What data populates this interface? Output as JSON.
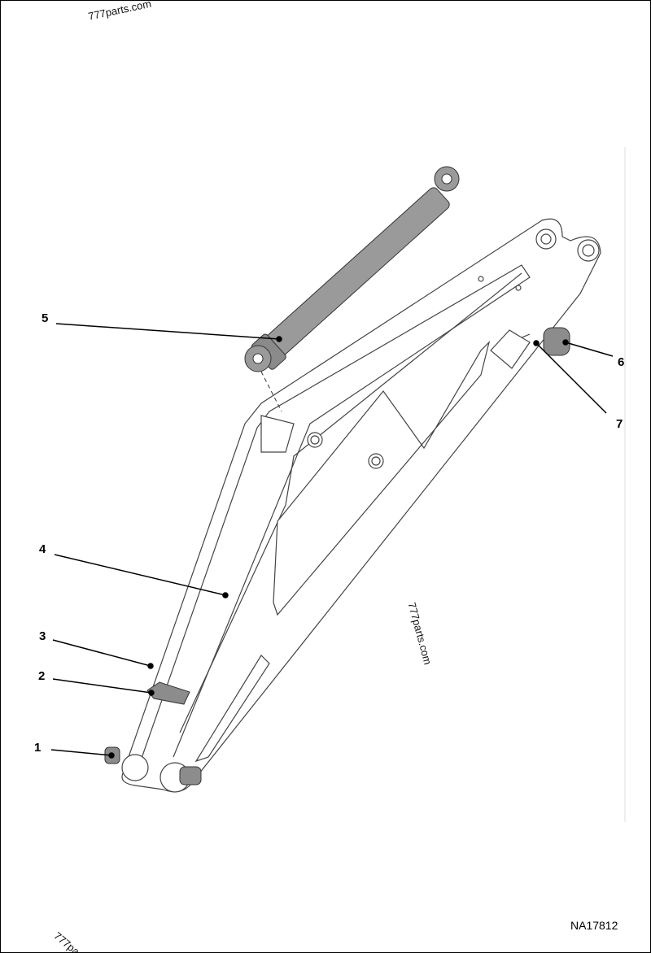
{
  "figure_id": "NA17812",
  "watermark": "777parts.com",
  "callouts": [
    {
      "number": "1",
      "part": "pin"
    },
    {
      "number": "2",
      "part": "block"
    },
    {
      "number": "3",
      "part": "fitting"
    },
    {
      "number": "4",
      "part": "boom"
    },
    {
      "number": "5",
      "part": "cylinder"
    },
    {
      "number": "6",
      "part": "pin"
    },
    {
      "number": "7",
      "part": "fitting"
    }
  ],
  "colors": {
    "line": "#000000",
    "cylinder": "#9a9a9a",
    "part_shading": "#8c8c8c"
  }
}
